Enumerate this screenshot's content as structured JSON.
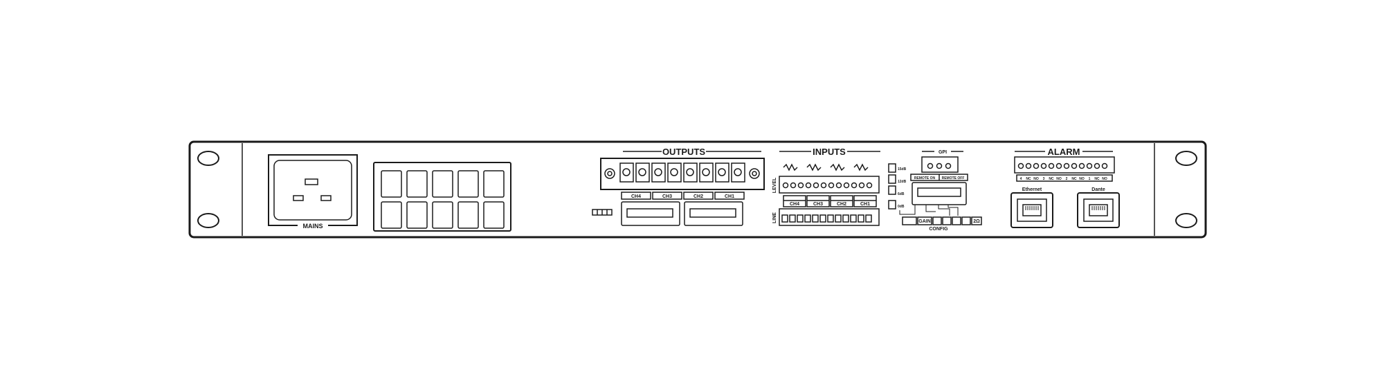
{
  "labels": {
    "mains": "MAINS",
    "outputs": "OUTPUTS",
    "inputs": "INPUTS",
    "gpi": "GPI",
    "alarm": "ALARM",
    "ethernet": "Ethernet",
    "dante": "Dante",
    "config": "CONFIG",
    "gain": "GAIN",
    "level": "LEVEL",
    "line": "LINE",
    "remote_on": "REMOTE ON",
    "remote_off": "REMOTE OFF",
    "sens_15": "15dB",
    "sens_12": "12dB",
    "sens_6": "6dB",
    "sens_0": "0dB",
    "bridge": "2Ω"
  },
  "output_channels": [
    "CH4",
    "CH3",
    "CH2",
    "CH1"
  ],
  "input_channels": [
    "CH4",
    "CH3",
    "CH2",
    "CH1"
  ],
  "alarm_terminals": [
    "4",
    "NC",
    "NO",
    "3",
    "NC",
    "NO",
    "2",
    "NC",
    "NO",
    "1",
    "NC",
    "NO"
  ]
}
